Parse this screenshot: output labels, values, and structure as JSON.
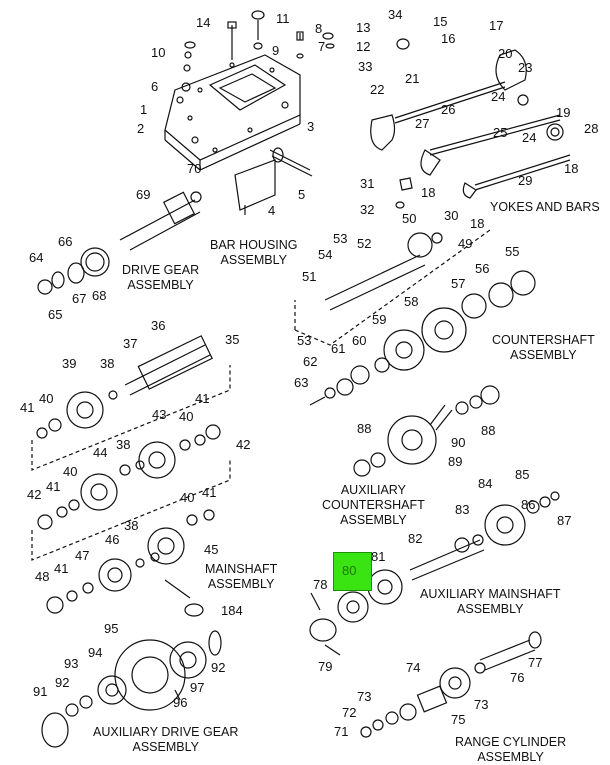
{
  "captions": {
    "bar_housing": "BAR HOUSING\nASSEMBLY",
    "yokes_bars": "YOKES AND BARS",
    "drive_gear": "DRIVE GEAR\nASSEMBLY",
    "countershaft": "COUNTERSHAFT\nASSEMBLY",
    "aux_countershaft": "AUXILIARY\nCOUNTERSHAFT\nASSEMBLY",
    "mainshaft": "MAINSHAFT\nASSEMBLY",
    "aux_mainshaft": "AUXILIARY MAINSHAFT\nASSEMBLY",
    "aux_drive_gear": "AUXILIARY DRIVE GEAR\nASSEMBLY",
    "range_cylinder": "RANGE CYLINDER\nASSEMBLY"
  },
  "highlight": {
    "label": "80",
    "color": "#3ae312"
  },
  "callouts": [
    "1",
    "2",
    "3",
    "4",
    "5",
    "6",
    "7",
    "8",
    "9",
    "10",
    "11",
    "12",
    "13",
    "14",
    "15",
    "16",
    "17",
    "18",
    "19",
    "20",
    "21",
    "22",
    "23",
    "24",
    "25",
    "26",
    "27",
    "28",
    "29",
    "30",
    "31",
    "32",
    "33",
    "34",
    "35",
    "36",
    "37",
    "38",
    "39",
    "40",
    "41",
    "42",
    "43",
    "44",
    "45",
    "46",
    "47",
    "48",
    "49",
    "50",
    "51",
    "52",
    "53",
    "54",
    "55",
    "56",
    "57",
    "58",
    "59",
    "60",
    "61",
    "62",
    "63",
    "64",
    "65",
    "66",
    "67",
    "68",
    "69",
    "70",
    "71",
    "72",
    "73",
    "74",
    "75",
    "76",
    "77",
    "78",
    "79",
    "80",
    "81",
    "82",
    "83",
    "84",
    "85",
    "86",
    "87",
    "88",
    "89",
    "90",
    "91",
    "92",
    "93",
    "94",
    "95",
    "96",
    "97",
    "184"
  ]
}
